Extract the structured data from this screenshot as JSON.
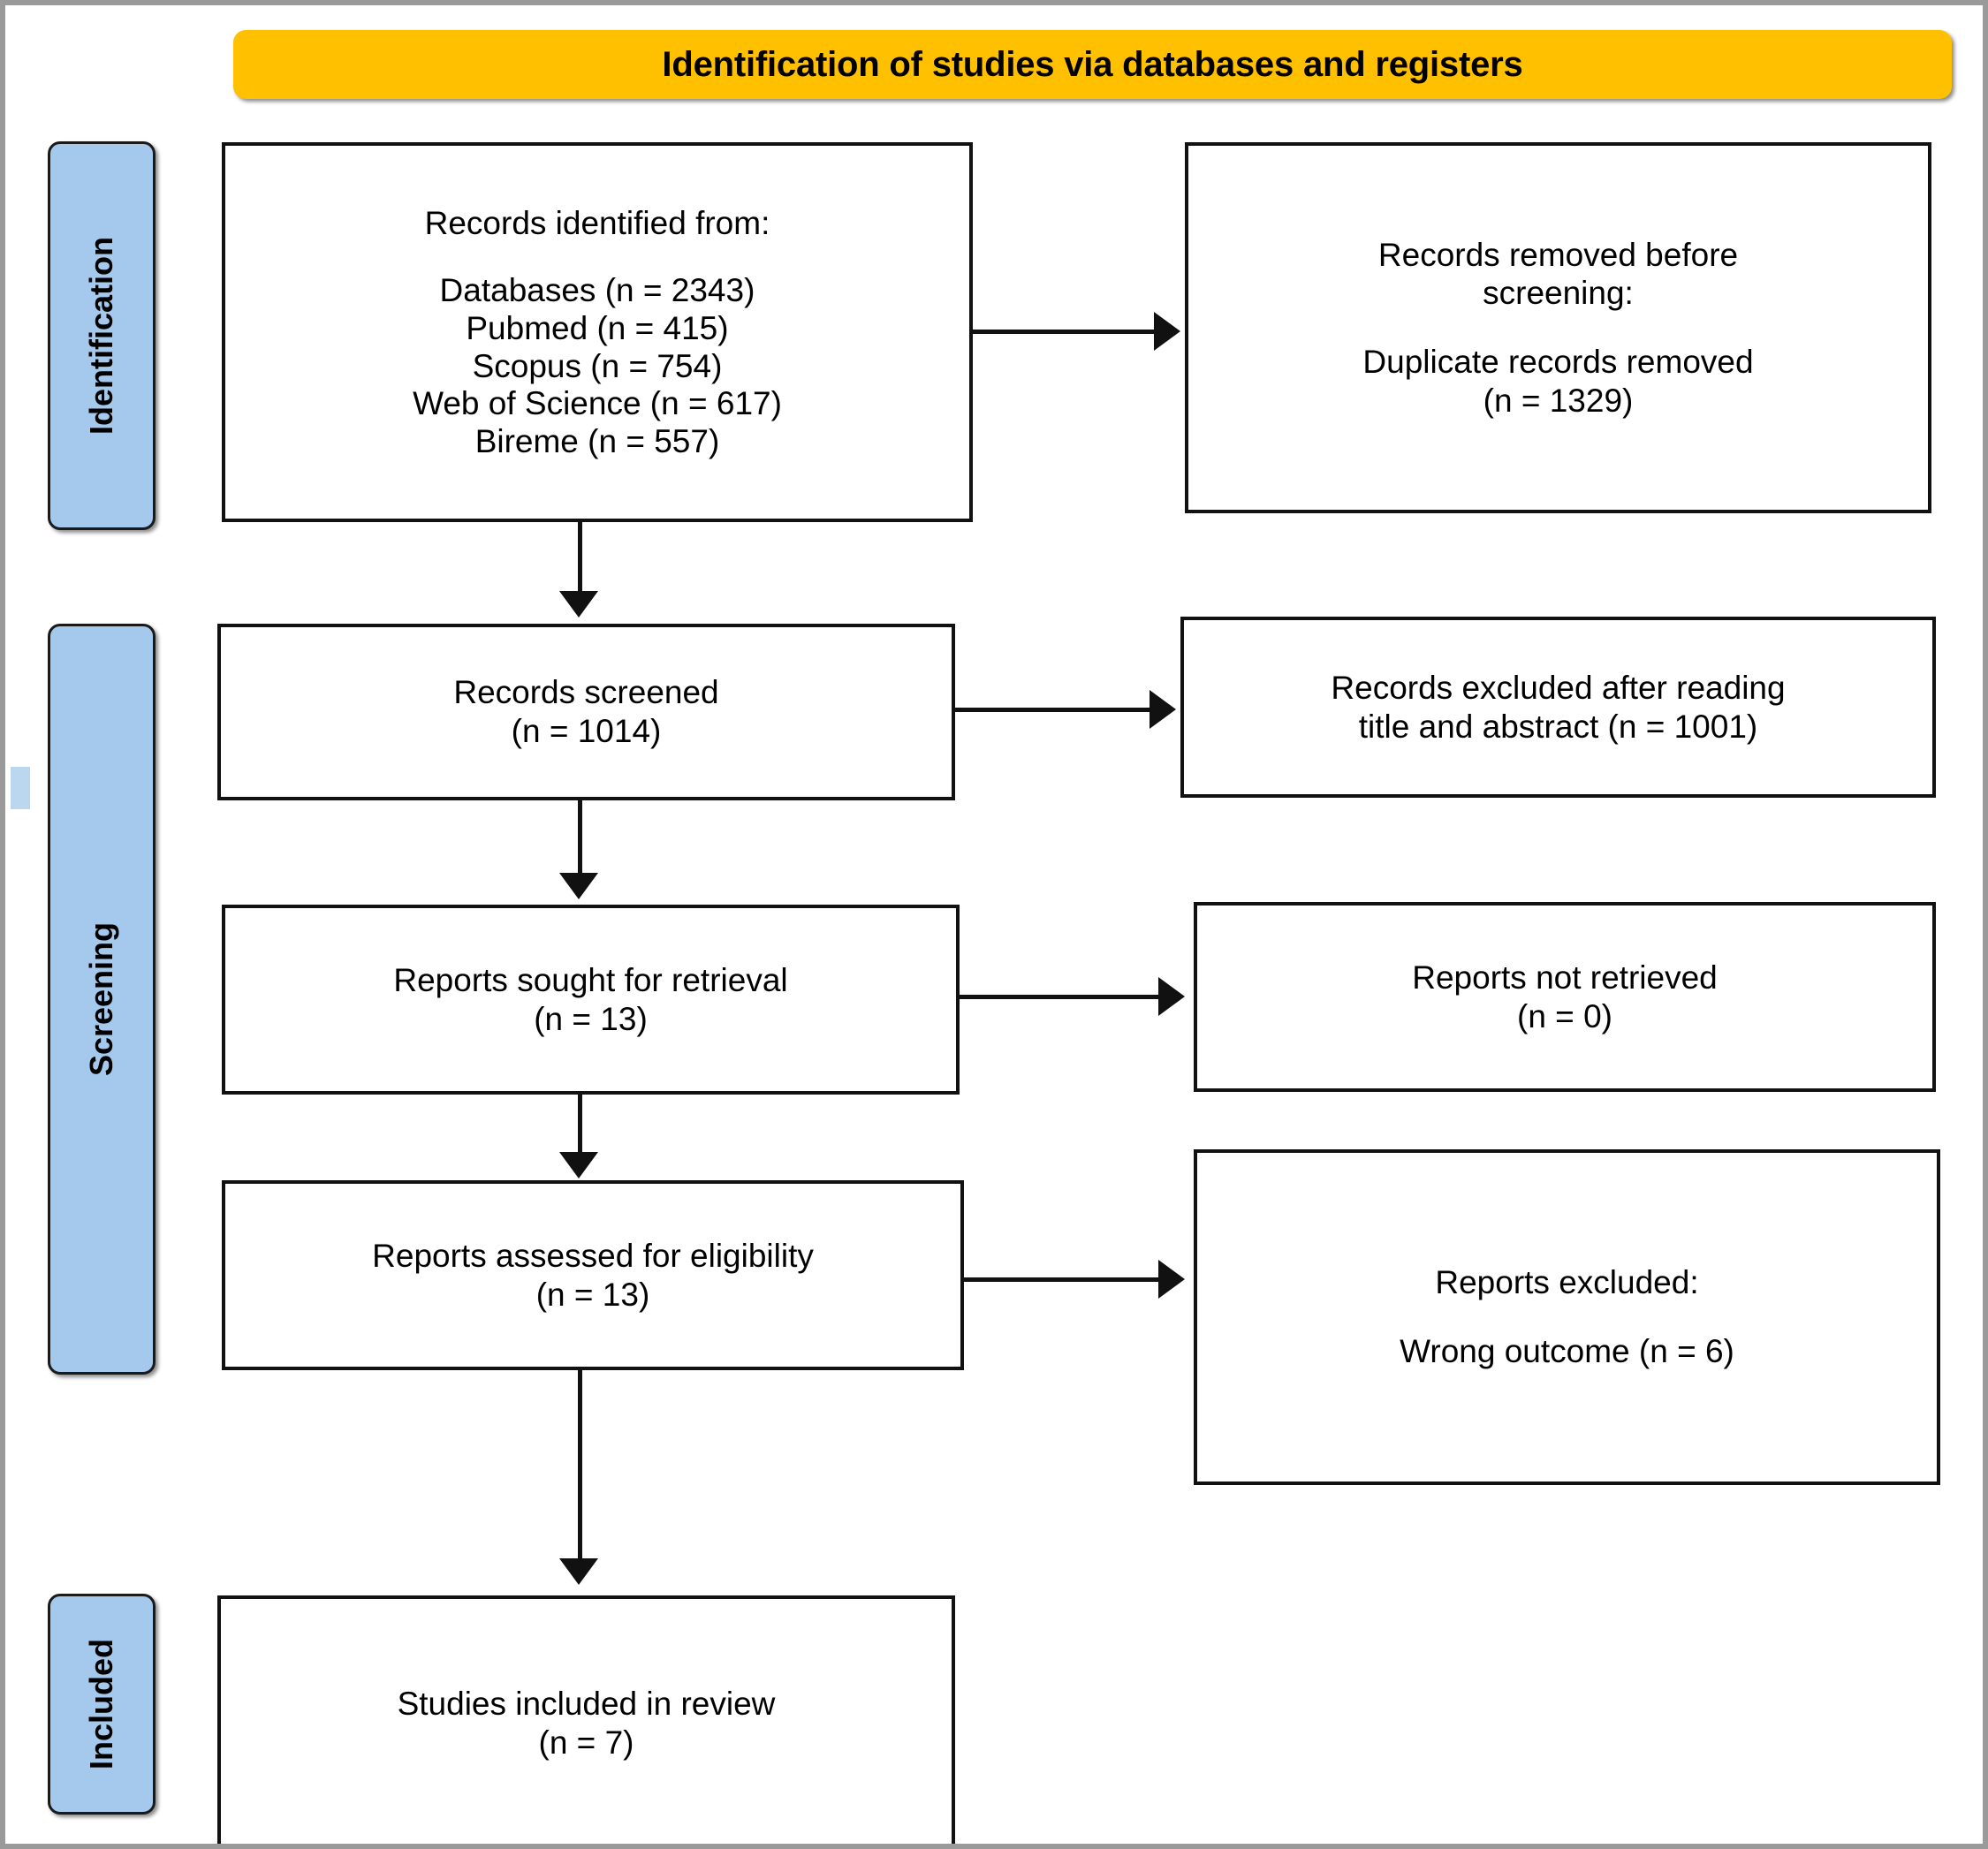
{
  "diagram": {
    "title": "Identification of studies via databases and registers",
    "accent_color": "#FFC000",
    "stage_color": "#A5C9EC",
    "box_border_color": "#111111",
    "frame_color": "#9A9A9A"
  },
  "stages": {
    "identification": "Identification",
    "screening": "Screening",
    "included": "Included"
  },
  "boxes": {
    "identified": {
      "heading": "Records identified from:",
      "lines": "Databases (n = 2343)\nPubmed (n = 415)\nScopus (n = 754)\nWeb of Science (n = 617)\nBireme (n = 557)"
    },
    "removed": {
      "heading": "Records removed before\nscreening:",
      "lines": "Duplicate records removed\n(n = 1329)"
    },
    "screened": {
      "lines": "Records screened\n(n = 1014)"
    },
    "excluded_screening": {
      "lines": "Records excluded after reading\ntitle and abstract (n = 1001)"
    },
    "sought": {
      "lines": "Reports sought for retrieval\n(n = 13)"
    },
    "not_retrieved": {
      "lines": "Reports not retrieved\n(n = 0)"
    },
    "assessed": {
      "lines": "Reports assessed for eligibility\n(n = 13)"
    },
    "excluded_reports": {
      "heading": "Reports excluded:",
      "lines": "Wrong outcome (n = 6)"
    },
    "included_review": {
      "lines": "Studies included in review\n(n = 7)"
    }
  },
  "chart_data": {
    "type": "flowchart",
    "title": "Identification of studies via databases and registers",
    "nodes": [
      {
        "id": "identified",
        "label": "Records identified from: Databases (n = 2343); Pubmed (n = 415); Scopus (n = 754); Web of Science (n = 617); Bireme (n = 557)",
        "stage": "Identification",
        "column": "left",
        "n": 2343
      },
      {
        "id": "removed",
        "label": "Records removed before screening: Duplicate records removed (n = 1329)",
        "stage": "Identification",
        "column": "right",
        "n": 1329
      },
      {
        "id": "screened",
        "label": "Records screened (n = 1014)",
        "stage": "Screening",
        "column": "left",
        "n": 1014
      },
      {
        "id": "excluded_screening",
        "label": "Records excluded after reading title and abstract (n = 1001)",
        "stage": "Screening",
        "column": "right",
        "n": 1001
      },
      {
        "id": "sought",
        "label": "Reports sought for retrieval (n = 13)",
        "stage": "Screening",
        "column": "left",
        "n": 13
      },
      {
        "id": "not_retrieved",
        "label": "Reports not retrieved (n = 0)",
        "stage": "Screening",
        "column": "right",
        "n": 0
      },
      {
        "id": "assessed",
        "label": "Reports assessed for eligibility (n = 13)",
        "stage": "Screening",
        "column": "left",
        "n": 13
      },
      {
        "id": "excluded_reports",
        "label": "Reports excluded: Wrong outcome (n = 6)",
        "stage": "Screening",
        "column": "right",
        "n": 6
      },
      {
        "id": "included_review",
        "label": "Studies included in review (n = 7)",
        "stage": "Included",
        "column": "left",
        "n": 7
      }
    ],
    "edges": [
      {
        "from": "identified",
        "to": "removed",
        "direction": "right"
      },
      {
        "from": "identified",
        "to": "screened",
        "direction": "down"
      },
      {
        "from": "screened",
        "to": "excluded_screening",
        "direction": "right"
      },
      {
        "from": "screened",
        "to": "sought",
        "direction": "down"
      },
      {
        "from": "sought",
        "to": "not_retrieved",
        "direction": "right"
      },
      {
        "from": "sought",
        "to": "assessed",
        "direction": "down"
      },
      {
        "from": "assessed",
        "to": "excluded_reports",
        "direction": "right"
      },
      {
        "from": "assessed",
        "to": "included_review",
        "direction": "down"
      }
    ]
  }
}
